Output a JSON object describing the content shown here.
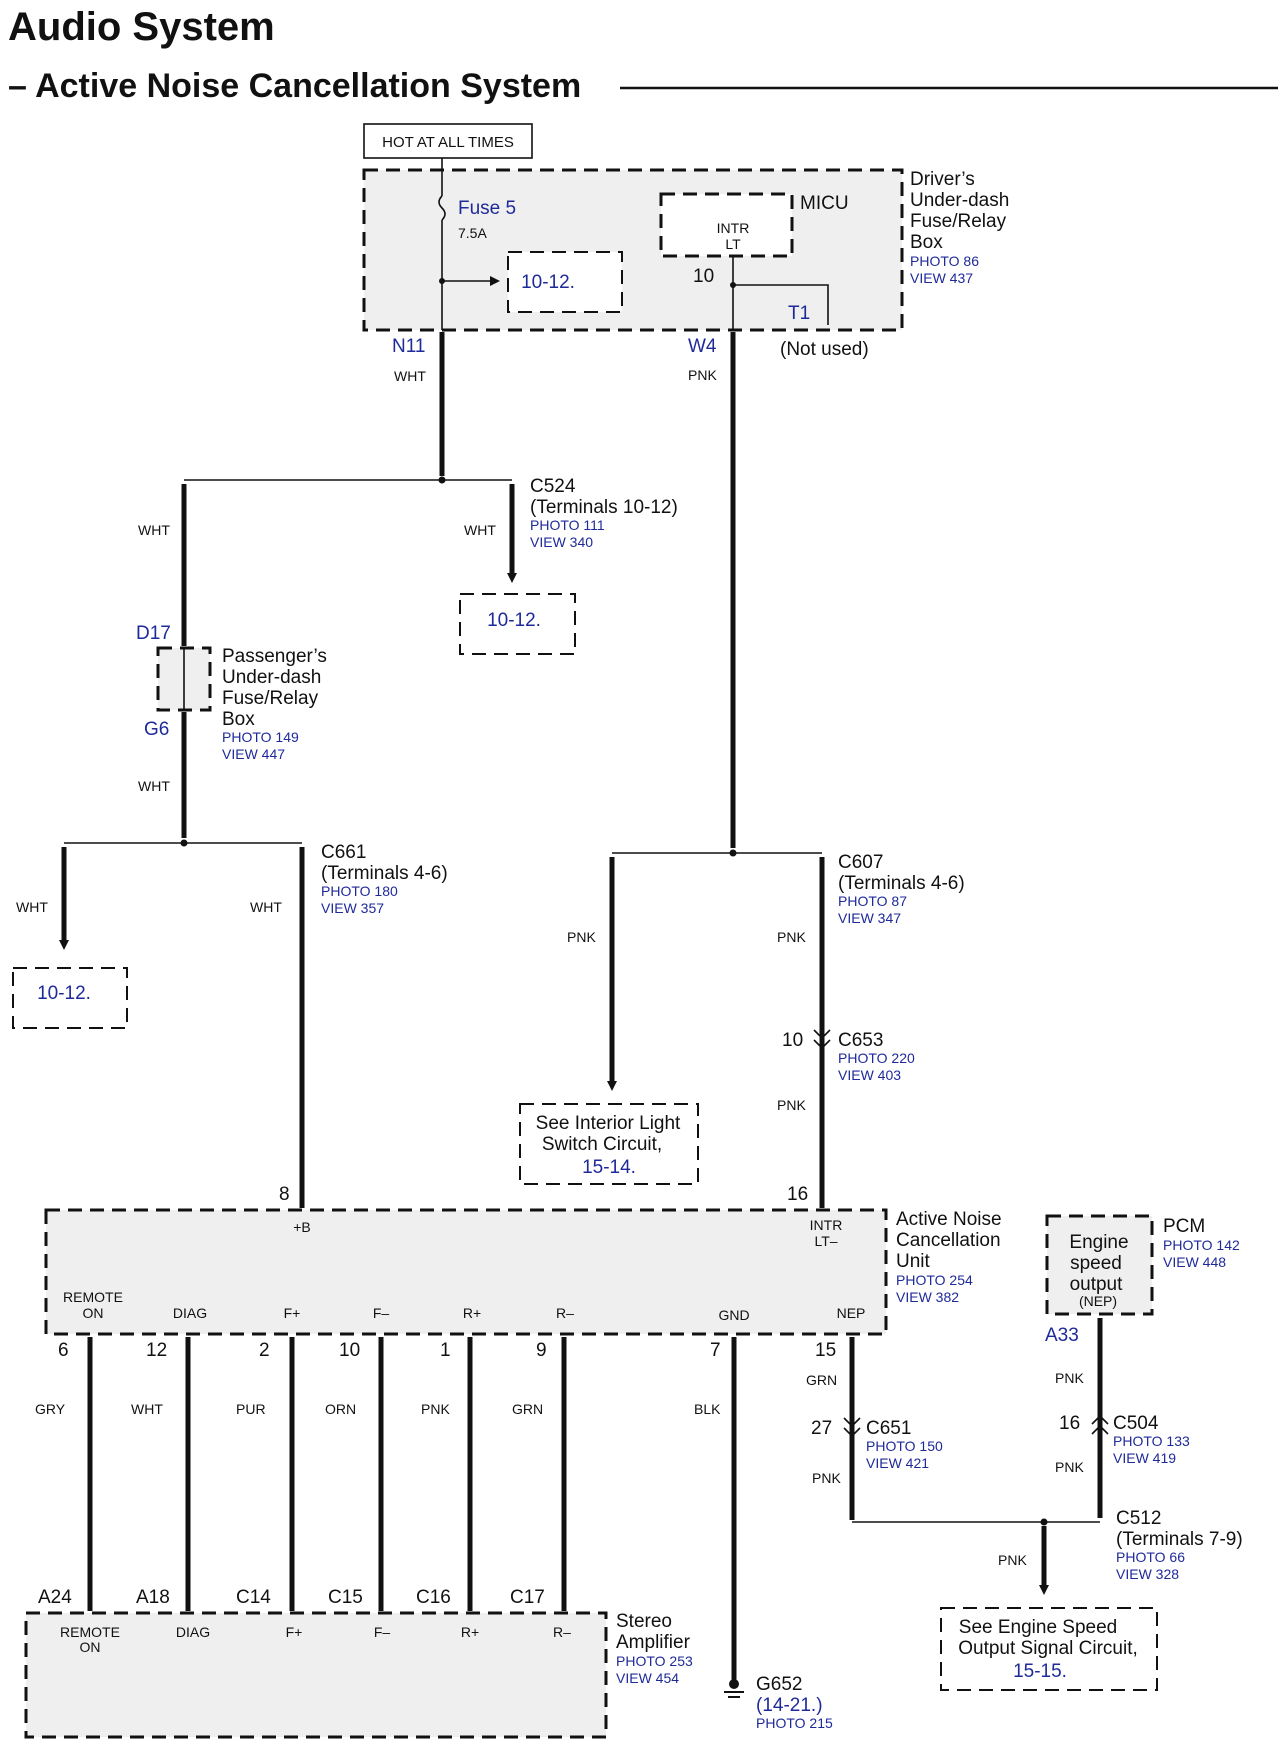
{
  "header": {
    "title": "Audio System",
    "subtitle": "– Active Noise Cancellation System"
  },
  "power": {
    "hot_label": "HOT AT ALL TIMES",
    "fuse_name": "Fuse 5",
    "fuse_rating": "7.5A",
    "fuse_ref": "10-12.",
    "micu": "MICU",
    "intr_line1": "INTR",
    "intr_line2": "LT",
    "intr_pin": "10",
    "t1": "T1",
    "not_used": "(Not used)",
    "drv_box": [
      "Driver’s",
      "Under-dash",
      "Fuse/Relay",
      "Box"
    ],
    "drv_photo": "PHOTO 86",
    "drv_view": "VIEW 437",
    "n11": "N11",
    "w4": "W4"
  },
  "wires": {
    "wht": "WHT",
    "pnk": "PNK",
    "gry": "GRY",
    "pur": "PUR",
    "orn": "ORN",
    "grn": "GRN",
    "blk": "BLK"
  },
  "c524": {
    "name": "C524",
    "terms": "(Terminals 10-12)",
    "photo": "PHOTO 111",
    "view": "VIEW 340",
    "ref": "10-12."
  },
  "pass_box": {
    "d17": "D17",
    "g6": "G6",
    "lines": [
      "Passenger’s",
      "Under-dash",
      "Fuse/Relay",
      "Box"
    ],
    "photo": "PHOTO 149",
    "view": "VIEW 447"
  },
  "c661": {
    "name": "C661",
    "terms": "(Terminals 4-6)",
    "photo": "PHOTO 180",
    "view": "VIEW 357",
    "ref": "10-12."
  },
  "c607": {
    "name": "C607",
    "terms": "(Terminals 4-6)",
    "photo": "PHOTO 87",
    "view": "VIEW 347"
  },
  "c653": {
    "pin": "10",
    "name": "C653",
    "photo": "PHOTO 220",
    "view": "VIEW 403"
  },
  "interior": {
    "line1": "See Interior Light",
    "line2": "Switch Circuit,",
    "ref": "15-14."
  },
  "anc": {
    "lines": [
      "Active Noise",
      "Cancellation",
      "Unit"
    ],
    "photo": "PHOTO 254",
    "view": "VIEW 382",
    "pin_b": "8",
    "b_label": "+B",
    "pin_intr": "16",
    "intr1": "INTR",
    "intr2": "LT–",
    "terms": [
      {
        "l1": "REMOTE",
        "l2": "ON",
        "pin": "6",
        "wire": "GRY"
      },
      {
        "l1": "DIAG",
        "l2": "",
        "pin": "12",
        "wire": "WHT"
      },
      {
        "l1": "F+",
        "l2": "",
        "pin": "2",
        "wire": "PUR"
      },
      {
        "l1": "F–",
        "l2": "",
        "pin": "10",
        "wire": "ORN"
      },
      {
        "l1": "R+",
        "l2": "",
        "pin": "1",
        "wire": "PNK"
      },
      {
        "l1": "R–",
        "l2": "",
        "pin": "9",
        "wire": "GRN"
      },
      {
        "l1": "GND",
        "l2": "",
        "pin": "7",
        "wire": "BLK"
      },
      {
        "l1": "NEP",
        "l2": "",
        "pin": "15",
        "wire": "GRN"
      }
    ]
  },
  "pcm": {
    "name": "PCM",
    "photo": "PHOTO 142",
    "view": "VIEW 448",
    "box_l1": "Engine",
    "box_l2": "speed",
    "box_l3": "output",
    "box_l4": "(NEP)",
    "a33": "A33"
  },
  "c504": {
    "pin": "16",
    "name": "C504",
    "photo": "PHOTO 133",
    "view": "VIEW 419"
  },
  "c651": {
    "pin": "27",
    "name": "C651",
    "photo": "PHOTO 150",
    "view": "VIEW 421"
  },
  "c512": {
    "name": "C512",
    "terms": "(Terminals 7-9)",
    "photo": "PHOTO 66",
    "view": "VIEW 328"
  },
  "engine_ref": {
    "line1": "See Engine Speed",
    "line2": "Output Signal Circuit,",
    "ref": "15-15."
  },
  "stereo": {
    "lines": [
      "Stereo",
      "Amplifier"
    ],
    "photo": "PHOTO 253",
    "view": "VIEW 454",
    "terms": [
      {
        "pin": "A24",
        "l1": "REMOTE",
        "l2": "ON"
      },
      {
        "pin": "A18",
        "l1": "DIAG",
        "l2": ""
      },
      {
        "pin": "C14",
        "l1": "F+",
        "l2": ""
      },
      {
        "pin": "C15",
        "l1": "F–",
        "l2": ""
      },
      {
        "pin": "C16",
        "l1": "R+",
        "l2": ""
      },
      {
        "pin": "C17",
        "l1": "R–",
        "l2": ""
      }
    ]
  },
  "ground": {
    "name": "G652",
    "ref": "(14-21.)",
    "photo": "PHOTO 215"
  }
}
